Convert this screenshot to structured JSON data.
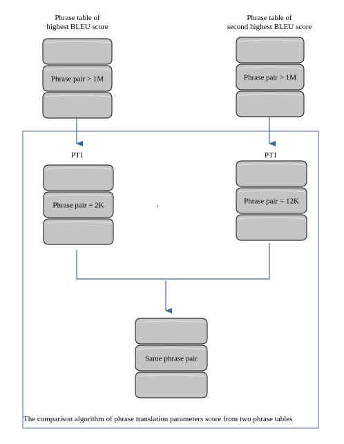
{
  "sources": [
    {
      "title_line1": "Phrase table of",
      "title_line2": "highest BLEU score",
      "db_label": "Phrase pair > 1M"
    },
    {
      "title_line1": "Phrase table of",
      "title_line2": "second highest BLEU score",
      "db_label": "Phrase pair > 1M"
    }
  ],
  "filtered": [
    {
      "title": "PT1",
      "db_label": "Phrase pair = 2K"
    },
    {
      "title": "PT1",
      "db_label": "Phrase pair = 12K"
    }
  ],
  "result": {
    "db_label": "Same phrase pair"
  },
  "caption": "The comparison algorithm of phrase translation parameters score from two phrase tables",
  "colors": {
    "arrow": "#3b66a8",
    "frame": "#4d6fa3",
    "disk_fill": "#c4c4c4",
    "disk_stroke": "#333333"
  }
}
